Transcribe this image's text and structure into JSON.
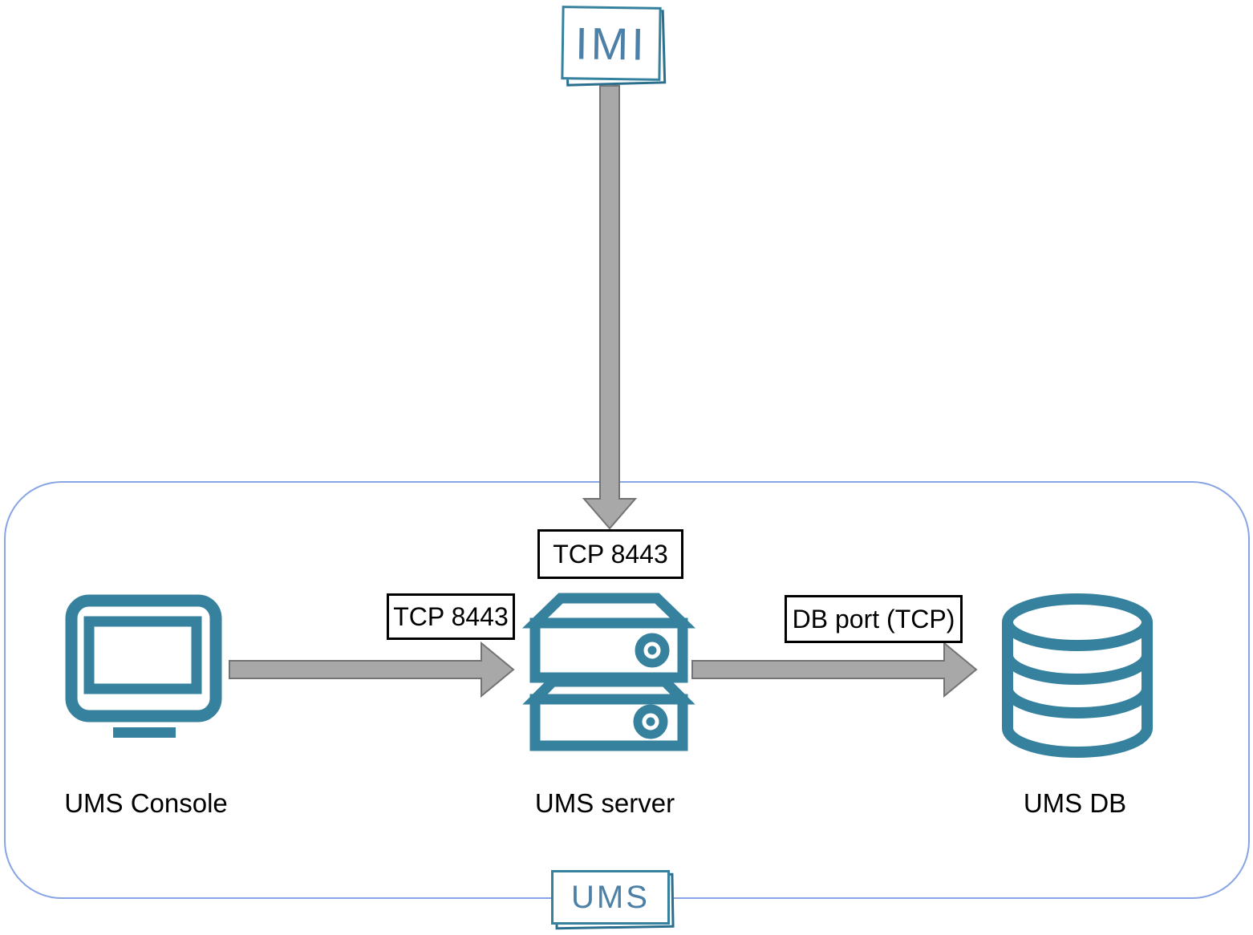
{
  "colors": {
    "teal": "#36829e",
    "teal-text": "#4d80a6",
    "teal-dark": "#2b6f8e",
    "container-border": "#87a4e5",
    "arrow-fill": "#a8a8a8",
    "arrow-stroke": "#737373",
    "label-border": "#000000",
    "label-text": "#000000"
  },
  "external_node": {
    "label": "IMI"
  },
  "container": {
    "label": "UMS"
  },
  "nodes": [
    {
      "id": "console",
      "label": "UMS Console",
      "icon": "monitor-icon"
    },
    {
      "id": "server",
      "label": "UMS server",
      "icon": "server-icon"
    },
    {
      "id": "db",
      "label": "UMS DB",
      "icon": "database-icon"
    }
  ],
  "edges": [
    {
      "from": "IMI",
      "to": "UMS server",
      "label": "TCP 8443",
      "direction": "down"
    },
    {
      "from": "UMS Console",
      "to": "UMS server",
      "label": "TCP 8443",
      "direction": "right"
    },
    {
      "from": "UMS server",
      "to": "UMS DB",
      "label": "DB port (TCP)",
      "direction": "right"
    }
  ]
}
